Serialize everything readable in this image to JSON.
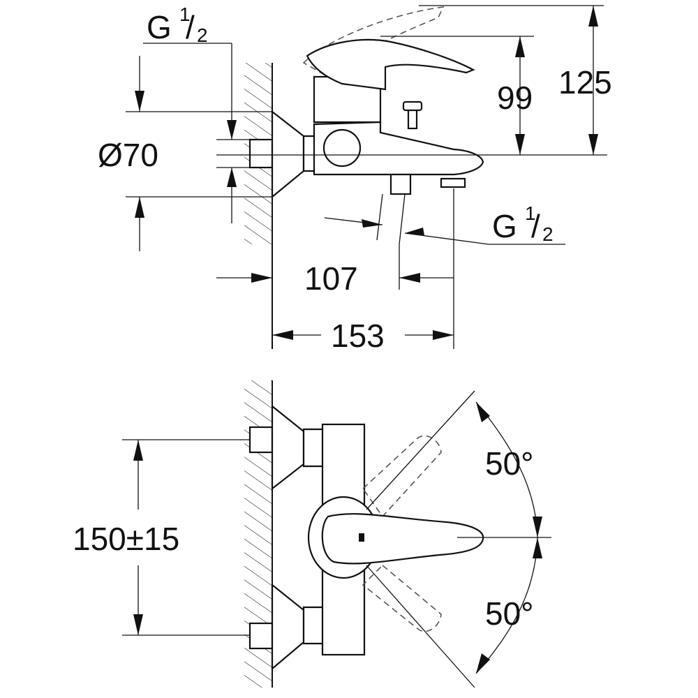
{
  "side_view": {
    "thread_inlet": {
      "main": "G",
      "numerator": "1",
      "denominator": "2"
    },
    "thread_outlet": {
      "main": "G",
      "numerator": "1",
      "denominator": "2"
    },
    "diameter": "Ø70",
    "height_spout": "99",
    "height_total": "125",
    "spout_offset": "107",
    "projection": "153"
  },
  "front_view": {
    "centre_distance": "150±15",
    "angle_up": "50°",
    "angle_down": "50°"
  }
}
